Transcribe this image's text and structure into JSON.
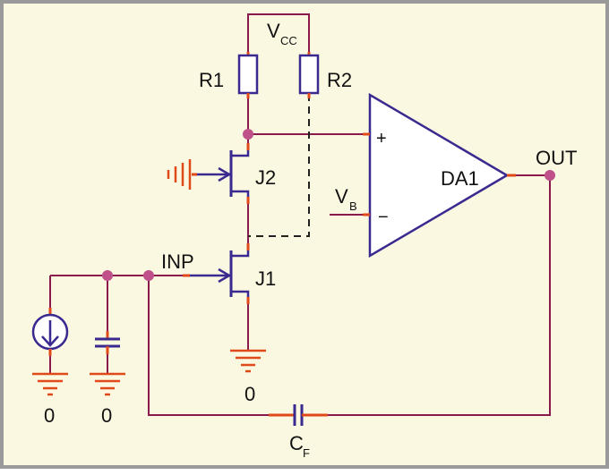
{
  "colors": {
    "background": "#fbf8e2",
    "frame": "#9a9a9a",
    "wire": "#8b1a4c",
    "lead": "#e04a1a",
    "component": "#3a2a90",
    "node": "#c0508a",
    "text": "#111111"
  },
  "labels": {
    "vcc_main": "V",
    "vcc_sub": "CC",
    "r1": "R1",
    "r2": "R2",
    "j1": "J1",
    "j2": "J2",
    "da1": "DA1",
    "plus": "+",
    "minus": "−",
    "vb_main": "V",
    "vb_sub": "B",
    "inp": "INP",
    "out": "OUT",
    "cf_main": "C",
    "cf_sub": "F",
    "gnd_source": "0",
    "gnd_cap": "0",
    "gnd_j1": "0"
  }
}
